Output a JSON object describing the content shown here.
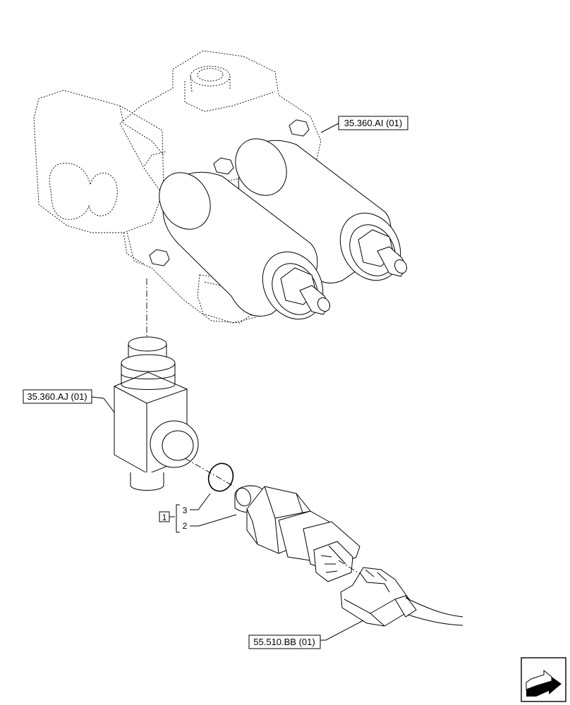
{
  "callouts": {
    "valve_ref": "35.360.AI (01)",
    "adapter_ref": "35.360.AJ (01)",
    "connector_ref": "55.510.BB (01)"
  },
  "item_group": {
    "box_label": "1",
    "items": [
      "3",
      "2"
    ]
  },
  "icons": {
    "corner": "next-page-arrow-icon"
  }
}
